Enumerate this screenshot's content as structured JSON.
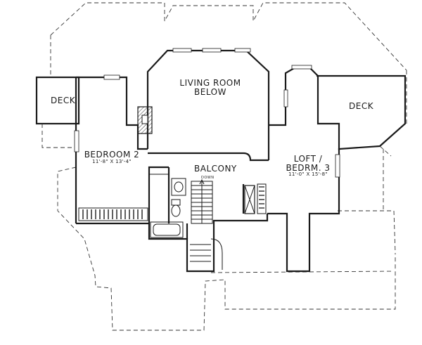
{
  "plan": {
    "rooms": {
      "deck_left": "DECK",
      "deck_right": "DECK",
      "living_room_line1": "LIVING ROOM",
      "living_room_line2": "BELOW",
      "bedroom2_name": "BEDROOM 2",
      "bedroom2_dims": "11'-8\" X 13'-4\"",
      "balcony": "BALCONY",
      "loft_line1": "LOFT /",
      "loft_line2": "BEDRM. 3",
      "loft_dims": "11'-0\" X 15'-8\"",
      "stair_down": "DOWN"
    },
    "colors": {
      "line": "#1a1a1a",
      "background": "#ffffff"
    }
  }
}
